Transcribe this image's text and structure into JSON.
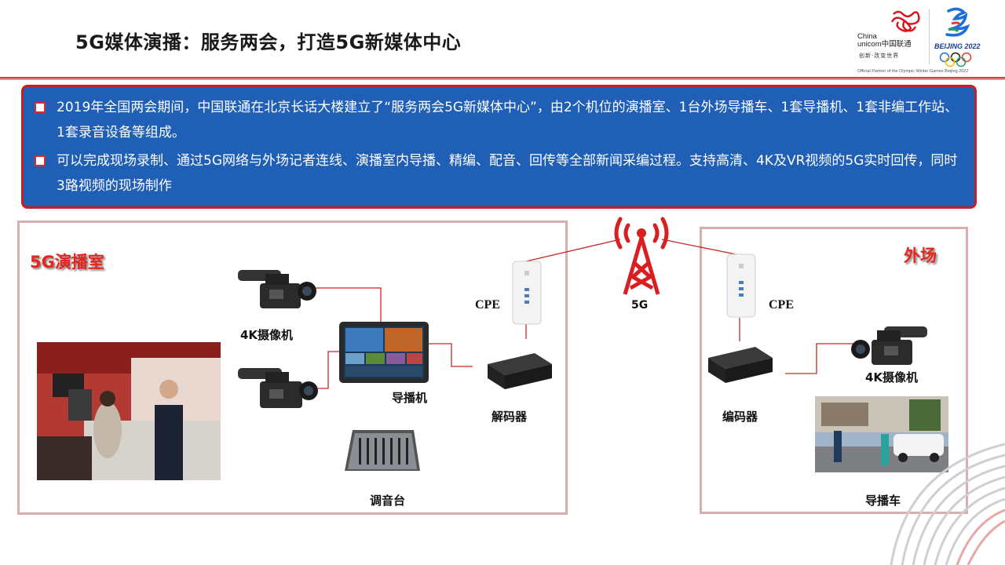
{
  "header": {
    "title": "5G媒体演播：服务两会，打造5G新媒体中心"
  },
  "logos": {
    "unicom_name_line1": "China",
    "unicom_name_line2": "unicom中国联通",
    "unicom_slogan": "创新·改变世界",
    "beijing_text": "BEIJING 2022",
    "partner_text": "Official Partner of the Olympic Winter Games Beijing 2022"
  },
  "bullets": [
    "2019年全国两会期间，中国联通在北京长话大楼建立了“服务两会5G新媒体中心”，由2个机位的演播室、1台外场导播车、1套导播机、1套非编工作站、1套录音设备等组成。",
    "可以完成现场录制、通过5G网络与外场记者连线、演播室内导播、精编、配音、回传等全部新闻采编过程。支持高清、4K及VR视频的5G实时回传，同时3路视频的现场制作"
  ],
  "diagram": {
    "studio_label": "5G演播室",
    "field_label": "外场",
    "camera_label": "4K摄像机",
    "switcher_label": "导播机",
    "decoder_label": "解码器",
    "mixer_label": "调音台",
    "cpe_left_label": "CPE",
    "tower_label": "5G",
    "cpe_right_label": "CPE",
    "encoder_label": "编码器",
    "field_camera_label": "4K摄像机",
    "van_label": "导播车"
  },
  "colors": {
    "accent_red": "#c41f24",
    "box_blue": "#1f5fb5",
    "panel_border": "#d9aeae"
  }
}
